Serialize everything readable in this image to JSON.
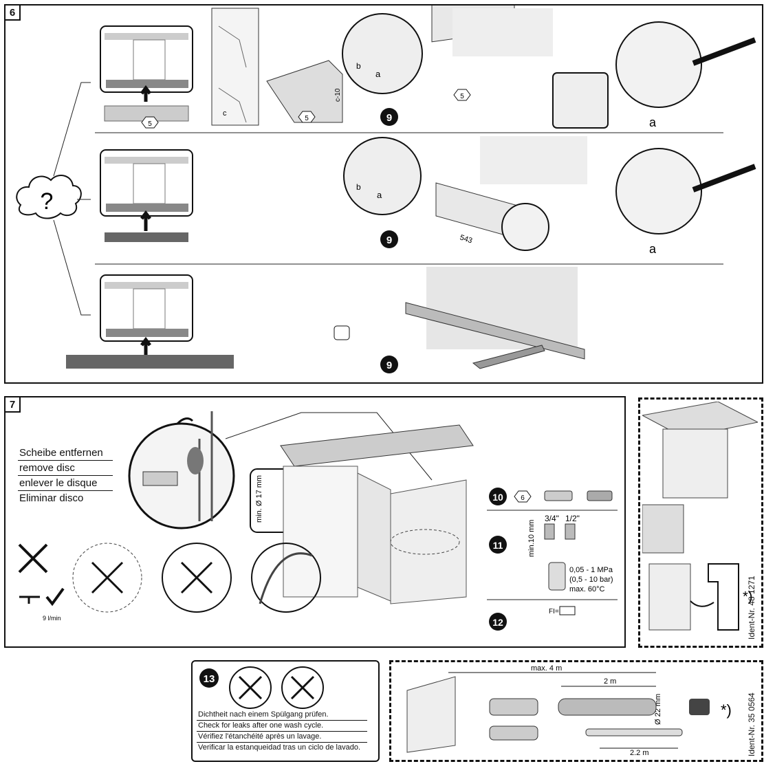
{
  "panel6": {
    "number": "6",
    "question_mark": "?",
    "ref_5": "5",
    "ref_9": "9",
    "dim_c": "c",
    "dim_c10": "c-10",
    "dim_a": "a",
    "dim_b": "b",
    "dim_543": "543"
  },
  "panel7": {
    "number": "7",
    "remove_disc_lines": [
      "Scheibe entfernen",
      "remove disc",
      "enlever le disque",
      "Eliminar disco"
    ],
    "min_diameter": "min. Ø 17 mm",
    "flow_rate": "9 l/min",
    "ref_10": "10",
    "ref_6": "6",
    "ref_11": "11",
    "ref_12": "12",
    "thread_34": "3/4\"",
    "thread_12": "1/2\"",
    "min_10mm": "min.10 mm",
    "pressure_1": "0,05 - 1 MPa",
    "pressure_2": "(0,5 - 10 bar)",
    "max_temp": "max. 60°C",
    "fi_label": "FI="
  },
  "side_box_1": {
    "ident": "Ident-Nr. 48 1271",
    "asterisk": "*)"
  },
  "panel13": {
    "ref_13": "13",
    "lines": [
      "Dichtheit nach einem Spülgang prüfen.",
      "Check for leaks after one wash cycle.",
      "Vérifiez l'étanchéité après un lavage.",
      "Verificar la estanqueidad tras un ciclo de lavado."
    ]
  },
  "side_box_2": {
    "max_length": "max. 4 m",
    "len_2m": "2 m",
    "len_22m": "2.2 m",
    "diam_22": "Ø 22 mm",
    "ident": "Ident-Nr. 35 0564",
    "asterisk": "*)"
  }
}
